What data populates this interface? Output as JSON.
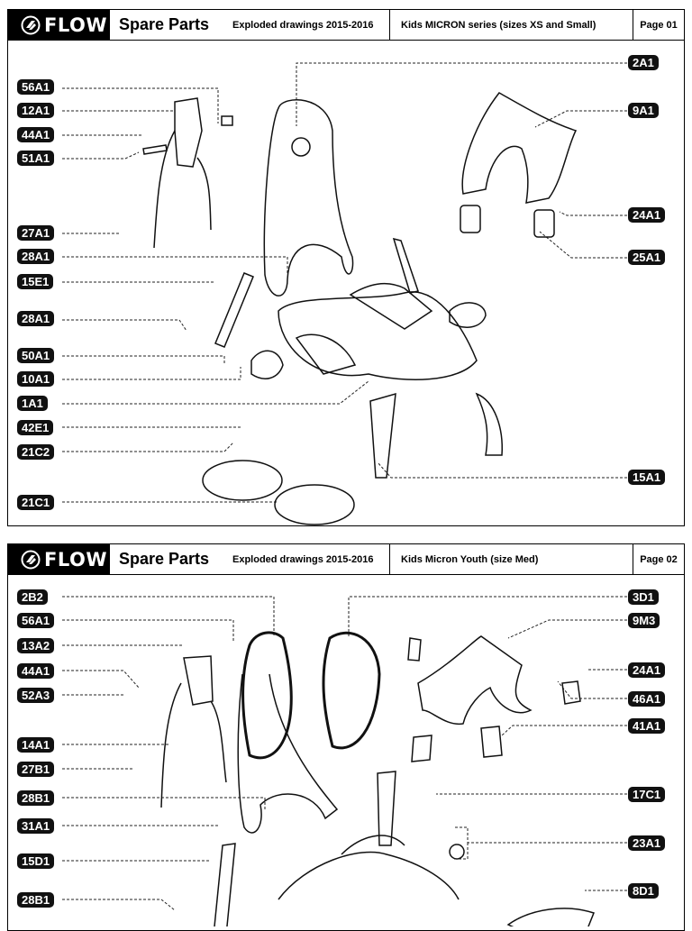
{
  "brand": {
    "logo_text": "FLOW",
    "accent": "#000000"
  },
  "pages": [
    {
      "title": "Spare Parts",
      "subtitle": "Exploded drawings 2015-2016",
      "series": "Kids MICRON series (sizes XS and Small)",
      "page": "Page 01",
      "callouts": [
        "56A1",
        "12A1",
        "44A1",
        "51A1",
        "27A1",
        "28A1",
        "15E1",
        "28A1",
        "50A1",
        "10A1",
        "1A1",
        "42E1",
        "21C2",
        "21C1",
        "2A1",
        "9A1",
        "24A1",
        "25A1",
        "15A1"
      ]
    },
    {
      "title": "Spare Parts",
      "subtitle": "Exploded drawings 2015-2016",
      "series": "Kids Micron Youth (size Med)",
      "page": "Page 02",
      "callouts": [
        "2B2",
        "56A1",
        "13A2",
        "44A1",
        "52A3",
        "14A1",
        "27B1",
        "28B1",
        "31A1",
        "15D1",
        "28B1",
        "3D1",
        "9M3",
        "24A1",
        "46A1",
        "41A1",
        "17C1",
        "23A1",
        "8D1"
      ]
    }
  ]
}
